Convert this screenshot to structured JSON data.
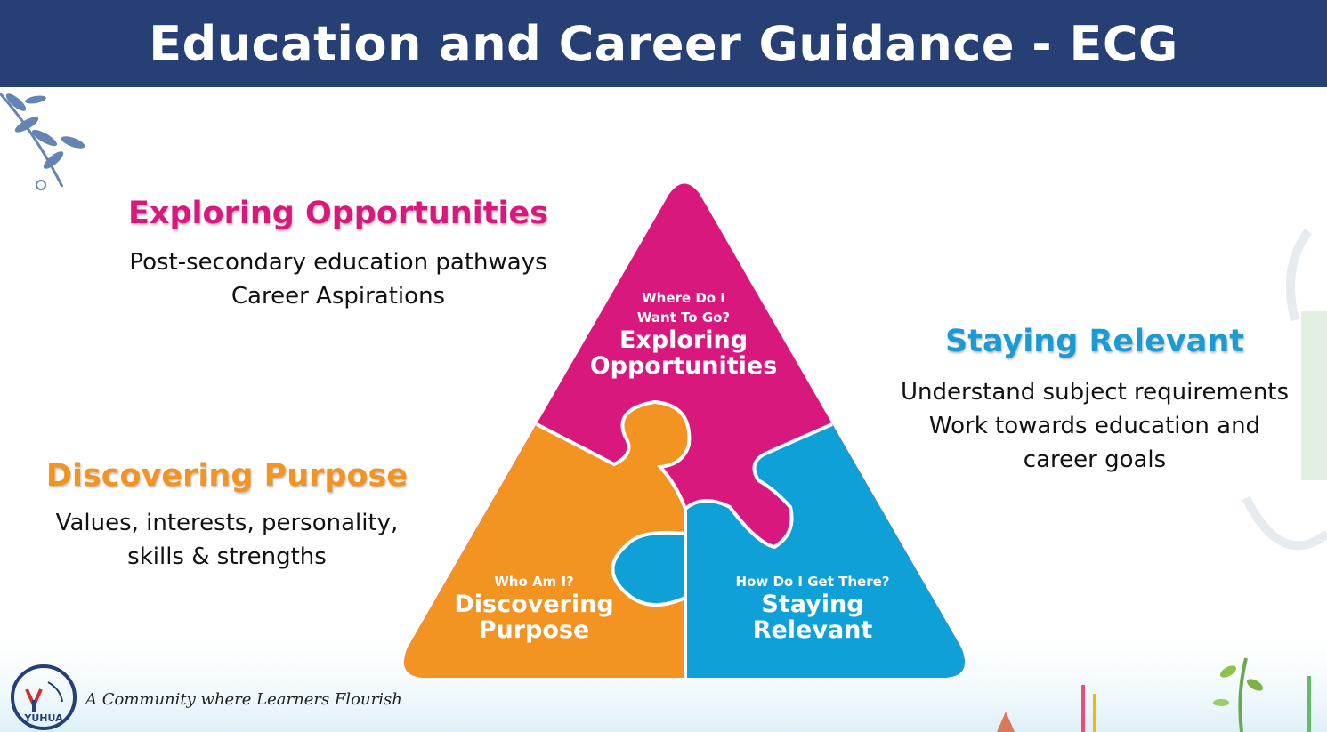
{
  "title": "Education and Career Guidance - ECG",
  "sections": {
    "explore": {
      "heading": "Exploring Opportunities",
      "lines": [
        "Post-secondary education pathways",
        "Career Aspirations"
      ]
    },
    "discover": {
      "heading": "Discovering Purpose",
      "lines": [
        "Values, interests, personality,",
        "skills & strengths"
      ]
    },
    "relevant": {
      "heading": "Staying Relevant",
      "lines": [
        "Understand subject requirements",
        "Work towards education and",
        "career goals"
      ]
    }
  },
  "pyramid": {
    "top": {
      "question_lines": [
        "Where Do I",
        "Want To Go?"
      ],
      "title_lines": [
        "Exploring",
        "Opportunities"
      ]
    },
    "left": {
      "question_lines": [
        "Who Am I?"
      ],
      "title_lines": [
        "Discovering",
        "Purpose"
      ]
    },
    "right": {
      "question_lines": [
        "How Do I Get There?"
      ],
      "title_lines": [
        "Staying",
        "Relevant"
      ]
    }
  },
  "footer": {
    "tagline": "A Community where Learners Flourish",
    "logo_text": "YUHUA"
  },
  "colors": {
    "title_bar": "#263f74",
    "magenta": "#d9187d",
    "orange": "#f39321",
    "blue": "#1b9bd3"
  }
}
